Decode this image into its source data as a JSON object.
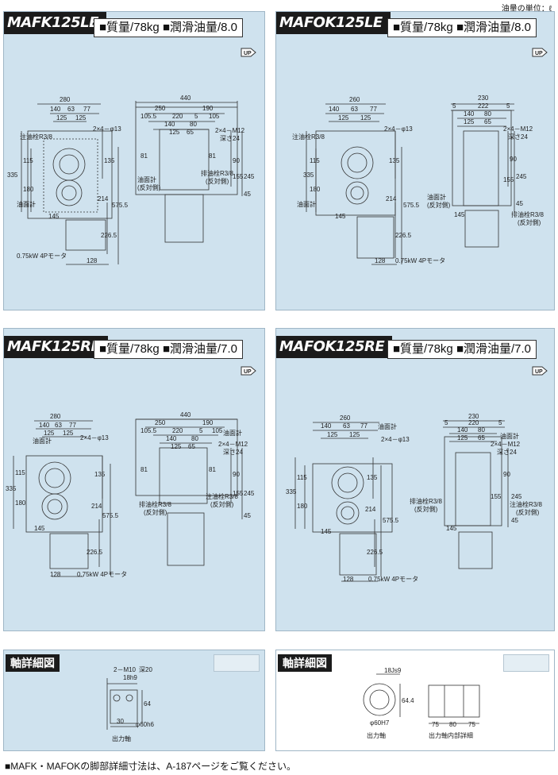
{
  "page": {
    "unit_note": "油量の単位：ℓ",
    "footer": "■MAFK・MAFOKの脚部詳細寸法は、A-187ページをご覧ください。"
  },
  "panels": [
    {
      "model": "MAFK125LE",
      "mass": "■質量/78kg",
      "oil": "■潤滑油量/8.0",
      "d": {
        "w_total": "280",
        "w1": "140",
        "w2": "63",
        "w3": "77",
        "w4": "125",
        "w5": "125",
        "bolt": "2×4－φ13",
        "h_total": "335",
        "h1": "115",
        "h2": "180",
        "h3": "135",
        "h4": "214",
        "h5": "575.5",
        "h6": "226.5",
        "base": "145",
        "motor_off": "128",
        "motor": "0.75kW 4Pモータ",
        "fill": "注油栓R3/8",
        "gauge": "油面計",
        "s_total": "440",
        "s1": "250",
        "s2": "190",
        "s3": "105.5",
        "s4": "220",
        "s5": "105",
        "s6": "5",
        "s7": "140",
        "s8": "80",
        "s9": "125",
        "s10": "65",
        "s_bolt": "2×4－M12",
        "s_depth": "深さ24",
        "s81a": "81",
        "s81b": "81",
        "s90": "90",
        "s155": "155",
        "s245": "245",
        "s45": "45",
        "s_gauge": "油面計",
        "s_gauge2": "(反対側)",
        "s_drain": "排油栓R3/8",
        "s_drain2": "(反対側)"
      }
    },
    {
      "model": "MAFOK125LE",
      "mass": "■質量/78kg",
      "oil": "■潤滑油量/8.0",
      "d": {
        "w_total": "260",
        "w1": "140",
        "w2": "63",
        "w3": "77",
        "w4": "125",
        "w5": "125",
        "bolt": "2×4－φ13",
        "h_total": "335",
        "h1": "115",
        "h2": "180",
        "h3": "135",
        "h4": "214",
        "h5": "575.5",
        "h6": "226.5",
        "base": "145",
        "motor_off": "128",
        "motor": "0.75kW 4Pモータ",
        "fill": "注油栓R3/8",
        "gauge": "油面計",
        "s_total": "230",
        "s1": "5",
        "s2": "222",
        "s3": "5",
        "s4": "140",
        "s5": "80",
        "s6": "125",
        "s7": "65",
        "s_bolt": "2×4－M12",
        "s_depth": "深さ24",
        "s90": "90",
        "s155": "155",
        "s245": "245",
        "s45": "45",
        "s_gauge": "油面計",
        "s_gauge2": "(反対側)",
        "s_drain": "排油栓R3/8",
        "s_drain2": "(反対側)",
        "s145": "145"
      }
    },
    {
      "model": "MAFK125RE",
      "mass": "■質量/78kg",
      "oil": "■潤滑油量/7.0",
      "d": {
        "w_total": "280",
        "w1": "140",
        "w2": "63",
        "w3": "77",
        "w4": "125",
        "w5": "125",
        "bolt": "2×4－φ13",
        "h_total": "335",
        "h1": "115",
        "h2": "180",
        "h3": "135",
        "h4": "214",
        "h5": "575.5",
        "h6": "226.5",
        "base": "145",
        "motor_off": "128",
        "motor": "0.75kW 4Pモータ",
        "gauge": "油面計",
        "s_total": "440",
        "s1": "250",
        "s2": "190",
        "s3": "105.5",
        "s4": "220",
        "s5": "5",
        "s6": "105",
        "s7": "140",
        "s8": "80",
        "s9": "125",
        "s10": "65",
        "s_bolt": "2×4－M12",
        "s_depth": "深さ24",
        "s81a": "81",
        "s81b": "81",
        "s90": "90",
        "s155": "155",
        "s245": "245",
        "s45": "45",
        "s_gauge": "油面計",
        "s_drain": "排油栓R3/8",
        "s_drain2": "(反対側)",
        "s_fill": "注油栓R3/8",
        "s_fill2": "(反対側)"
      }
    },
    {
      "model": "MAFOK125RE",
      "mass": "■質量/78kg",
      "oil": "■潤滑油量/7.0",
      "d": {
        "w_total": "260",
        "w1": "140",
        "w2": "63",
        "w3": "77",
        "w4": "125",
        "w5": "125",
        "bolt": "2×4－φ13",
        "h_total": "335",
        "h1": "115",
        "h2": "180",
        "h3": "135",
        "h4": "214",
        "h5": "575.5",
        "h6": "226.5",
        "base": "145",
        "motor_off": "128",
        "motor": "0.75kW 4Pモータ",
        "gauge": "油面計",
        "s_total": "230",
        "s1": "5",
        "s2": "220",
        "s3": "5",
        "s4": "140",
        "s5": "80",
        "s6": "125",
        "s7": "65",
        "s_bolt": "2×4－M12",
        "s_depth": "深さ24",
        "s90": "90",
        "s155": "155",
        "s245": "245",
        "s45": "45",
        "s_gauge": "油面計",
        "s_drain": "排油栓R3/8",
        "s_drain2": "(反対側)",
        "s_fill": "注油栓R3/8",
        "s_fill2": "(反対側)",
        "s145": "145"
      }
    }
  ],
  "axis_left": {
    "title": "軸詳細図",
    "m": "2－M10",
    "depth": "深20",
    "key": "18h9",
    "h64": "64",
    "d30": "30",
    "dia": "φ60h6",
    "caption": "出力軸"
  },
  "axis_right": {
    "title": "軸詳細図",
    "key": "18Js9",
    "h64": "64.4",
    "dia": "φ60H7",
    "caption": "出力軸",
    "c75a": "75",
    "c80": "80",
    "c75b": "75",
    "caption2": "出力軸内部詳細"
  }
}
